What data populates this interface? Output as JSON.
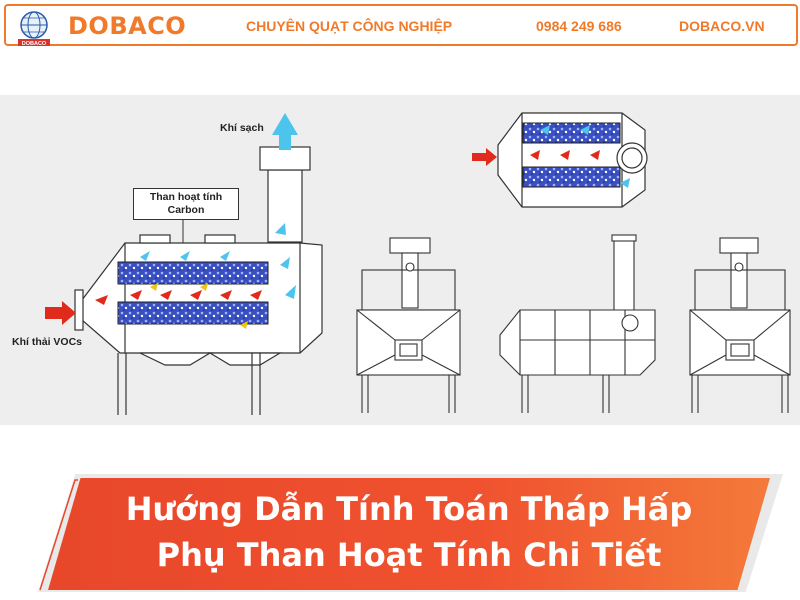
{
  "header": {
    "brand": "DOBACO",
    "tagline": "CHUYÊN QUẠT CÔNG NGHIỆP",
    "phone": "0984 249 686",
    "website": "DOBACO.VN",
    "logo_text": "DOBACO",
    "accent_color": "#f07a2a"
  },
  "diagram": {
    "label_clean_air": "Khí sạch",
    "label_carbon_line1": "Than hoạt tính",
    "label_carbon_line2": "Carbon",
    "label_voc": "Khí thải VOCs"
  },
  "banner": {
    "title_line1": "Hướng Dẫn Tính Toán Tháp Hấp",
    "title_line2": "Phụ Than Hoạt Tính Chi Tiết",
    "color": "#ee4b2b"
  }
}
